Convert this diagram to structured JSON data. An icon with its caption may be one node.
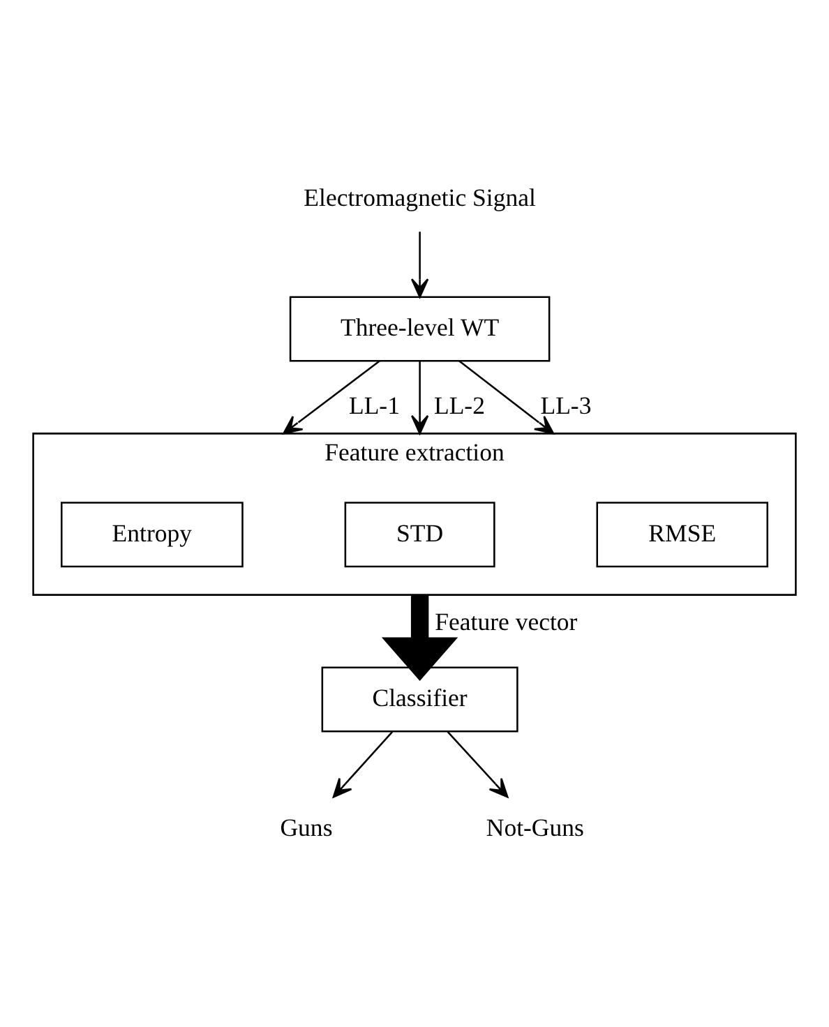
{
  "diagram": {
    "nodes": [
      {
        "text": [
          "Electromagnetic Signal"
        ]
      },
      {
        "text": [
          "Three-level WT"
        ]
      },
      {
        "text": [
          "Feature extraction"
        ]
      },
      {
        "text": [
          "Entropy"
        ],
        "in": 2
      },
      {
        "text": [
          "STD"
        ],
        "in": 2
      },
      {
        "text": [
          "RMSE"
        ],
        "in": 2
      },
      {
        "text": [
          "Classifier"
        ]
      },
      {
        "text": [
          "Guns"
        ]
      },
      {
        "text": [
          "Not-Guns"
        ]
      }
    ],
    "edges": [
      {
        "from": 0,
        "to": 1,
        "arrow": "to"
      },
      {
        "from": 1,
        "to": 2,
        "arrow": "to",
        "label": "LL-1"
      },
      {
        "from": 1,
        "to": 2,
        "arrow": "to",
        "label": "LL-2"
      },
      {
        "from": 1,
        "to": 2,
        "arrow": "to",
        "label": "LL-3"
      },
      {
        "from": 2,
        "to": 6,
        "arrow": "to",
        "label": "Feature vector",
        "style": "thick"
      },
      {
        "from": 6,
        "to": 7,
        "arrow": "to"
      },
      {
        "from": 6,
        "to": 8,
        "arrow": "to"
      }
    ]
  }
}
